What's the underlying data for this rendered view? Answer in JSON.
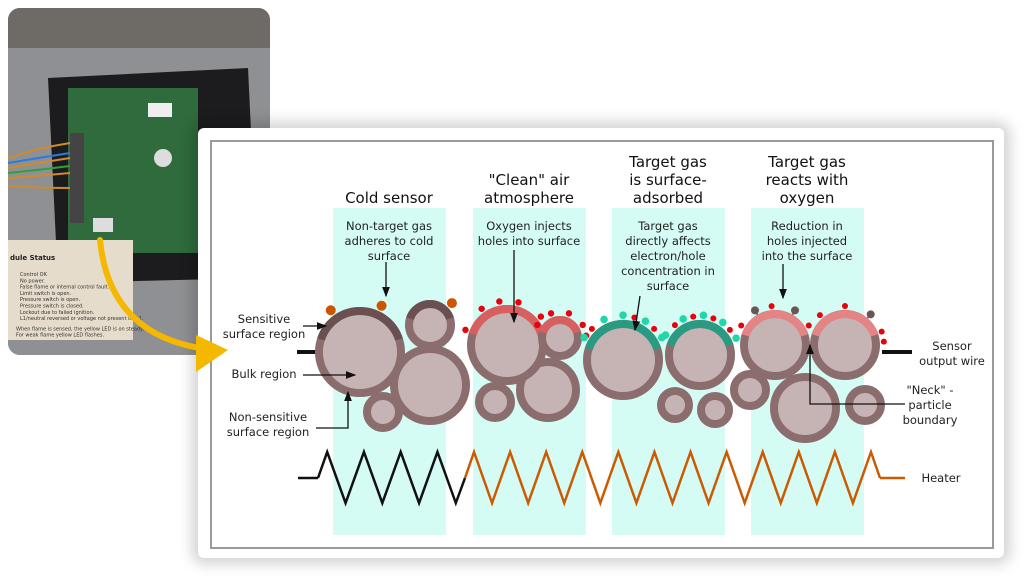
{
  "photo": {
    "label_title": "dule Status",
    "label_lines": [
      "Control OK",
      "No power.",
      "False flame or internal control fault.",
      "Limit switch is open.",
      "Pressure switch is open.",
      "Pressure switch is closed.",
      "Lockout due to failed ignition.",
      "L1/neutral reversed or voltage not present on L1.",
      "When flame is sensed, the yellow LED is on steady.",
      "For weak flame yellow LED flashes."
    ]
  },
  "diagram": {
    "columns": [
      {
        "title": [
          "Cold sensor"
        ],
        "desc": [
          "Non-target gas",
          "adheres to cold",
          "surface"
        ]
      },
      {
        "title": [
          "\"Clean\" air",
          "atmosphere"
        ],
        "desc": [
          "Oxygen injects",
          "holes into surface"
        ]
      },
      {
        "title": [
          "Target gas",
          "is surface-",
          "adsorbed"
        ],
        "desc": [
          "Target gas",
          "directly affects",
          "electron/hole",
          "concentration in",
          "surface"
        ]
      },
      {
        "title": [
          "Target gas",
          "reacts with",
          "oxygen"
        ],
        "desc": [
          "Reduction in",
          "holes injected",
          "into the surface"
        ]
      }
    ],
    "left_labels": {
      "sensitive": [
        "Sensitive",
        "surface region"
      ],
      "bulk": [
        "Bulk region"
      ],
      "nonsensitive": [
        "Non-sensitive",
        "surface region"
      ]
    },
    "right_labels": {
      "output": [
        "Sensor",
        "output wire"
      ],
      "neck": [
        "\"Neck\" -",
        "particle",
        "boundary"
      ],
      "heater": [
        "Heater"
      ]
    },
    "colors": {
      "band": "#d4fbf4",
      "particle_ring": "#8c6d6d",
      "particle_core": "#c6b4b4",
      "cold_surface": "#6a5050",
      "clean_surface": "#d75f60",
      "target_surface": "#2a9a83",
      "react_surface": "#e48484",
      "nontarget_gas": "#cc5500",
      "oxygen": "#e8000c",
      "target_gas": "#22d6aa",
      "reacted_gas": "#6a5555",
      "heater_cold": "#111111",
      "heater_hot": "#cc5a00",
      "arrow": "#f5b800"
    }
  }
}
